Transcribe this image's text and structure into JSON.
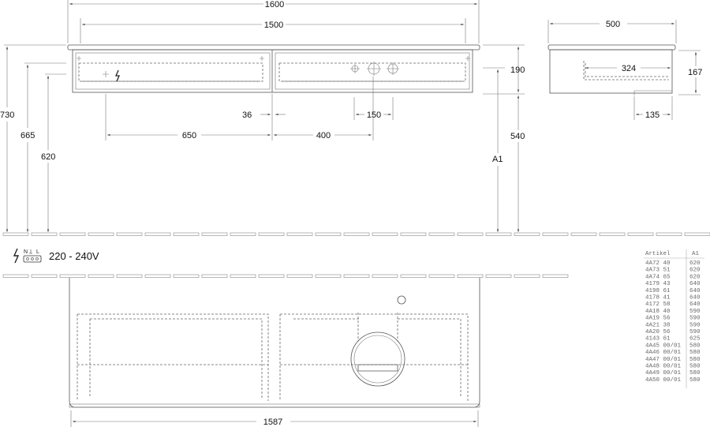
{
  "dimensions": {
    "front_total": "1600",
    "front_inner": "1500",
    "height_top": "190",
    "height_a1": "A1",
    "height_540": "540",
    "left_730": "730",
    "left_665": "665",
    "left_620": "620",
    "offset_36": "36",
    "offset_650": "650",
    "offset_400": "400",
    "offset_150": "150",
    "side_depth": "500",
    "side_inner": "324",
    "side_height": "167",
    "side_135": "135",
    "bottom_width": "1587"
  },
  "electrical": {
    "label": "220 - 240V",
    "n": "N",
    "l": "L"
  },
  "table": {
    "header_art": "Artikel",
    "header_a1": "A1",
    "rows": [
      [
        "4A72 40",
        "620"
      ],
      [
        "4A73 51",
        "620"
      ],
      [
        "4A74 65",
        "620"
      ],
      [
        "4179 43",
        "640"
      ],
      [
        "4198 61",
        "640"
      ],
      [
        "4178 41",
        "640"
      ],
      [
        "4172 58",
        "640"
      ],
      [
        "4A18 40",
        "590"
      ],
      [
        "4A19 56",
        "590"
      ],
      [
        "4A21 38",
        "590"
      ],
      [
        "4A20 56",
        "590"
      ],
      [
        "4143 61",
        "625"
      ],
      [
        "4A45 00/01",
        "580"
      ],
      [
        "4A46 00/01",
        "580"
      ],
      [
        "4A47 00/01",
        "580"
      ],
      [
        "4A48 00/01",
        "580"
      ],
      [
        "4A49 00/01",
        "580"
      ],
      [
        "4A50 00/01",
        "580"
      ]
    ]
  }
}
